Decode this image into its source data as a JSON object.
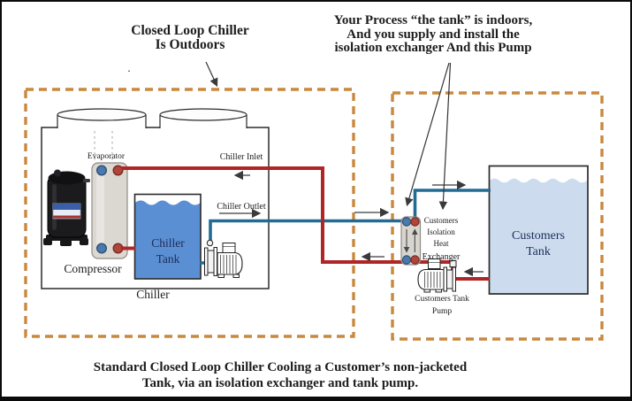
{
  "colors": {
    "pipe_hot": "#b02525",
    "pipe_cold": "#226c94",
    "boundary": "#c9883f",
    "chiller_water": "#5b8fd4",
    "customer_water": "#ccdcee"
  },
  "annotations": {
    "outdoor_title": {
      "line1": "Closed Loop Chiller",
      "line2": "Is Outdoors"
    },
    "indoor_title": {
      "line1": "Your Process “the tank” is indoors,",
      "line2": "And you supply and install the",
      "line3": "isolation exchanger And this Pump"
    },
    "stray_dot": ".",
    "caption": {
      "line1": "Standard Closed Loop Chiller Cooling a Customer’s  non-jacketed",
      "line2": "Tank, via an isolation exchanger and tank pump."
    }
  },
  "chiller": {
    "evaporator_label": "Evaporator",
    "compressor_label": "Compressor",
    "tank_label_line1": "Chiller",
    "tank_label_line2": "Tank",
    "unit_label": "Chiller",
    "inlet_label": "Chiller Inlet",
    "outlet_label": "Chiller Outlet"
  },
  "exchanger": {
    "label_line1": "Customers",
    "label_line2": "Isolation",
    "label_line3": "Heat",
    "label_line4": "Exchanger"
  },
  "customer": {
    "tank_label_line1": "Customers",
    "tank_label_line2": "Tank",
    "pump_label_line1": "Customers Tank",
    "pump_label_line2": "Pump"
  }
}
